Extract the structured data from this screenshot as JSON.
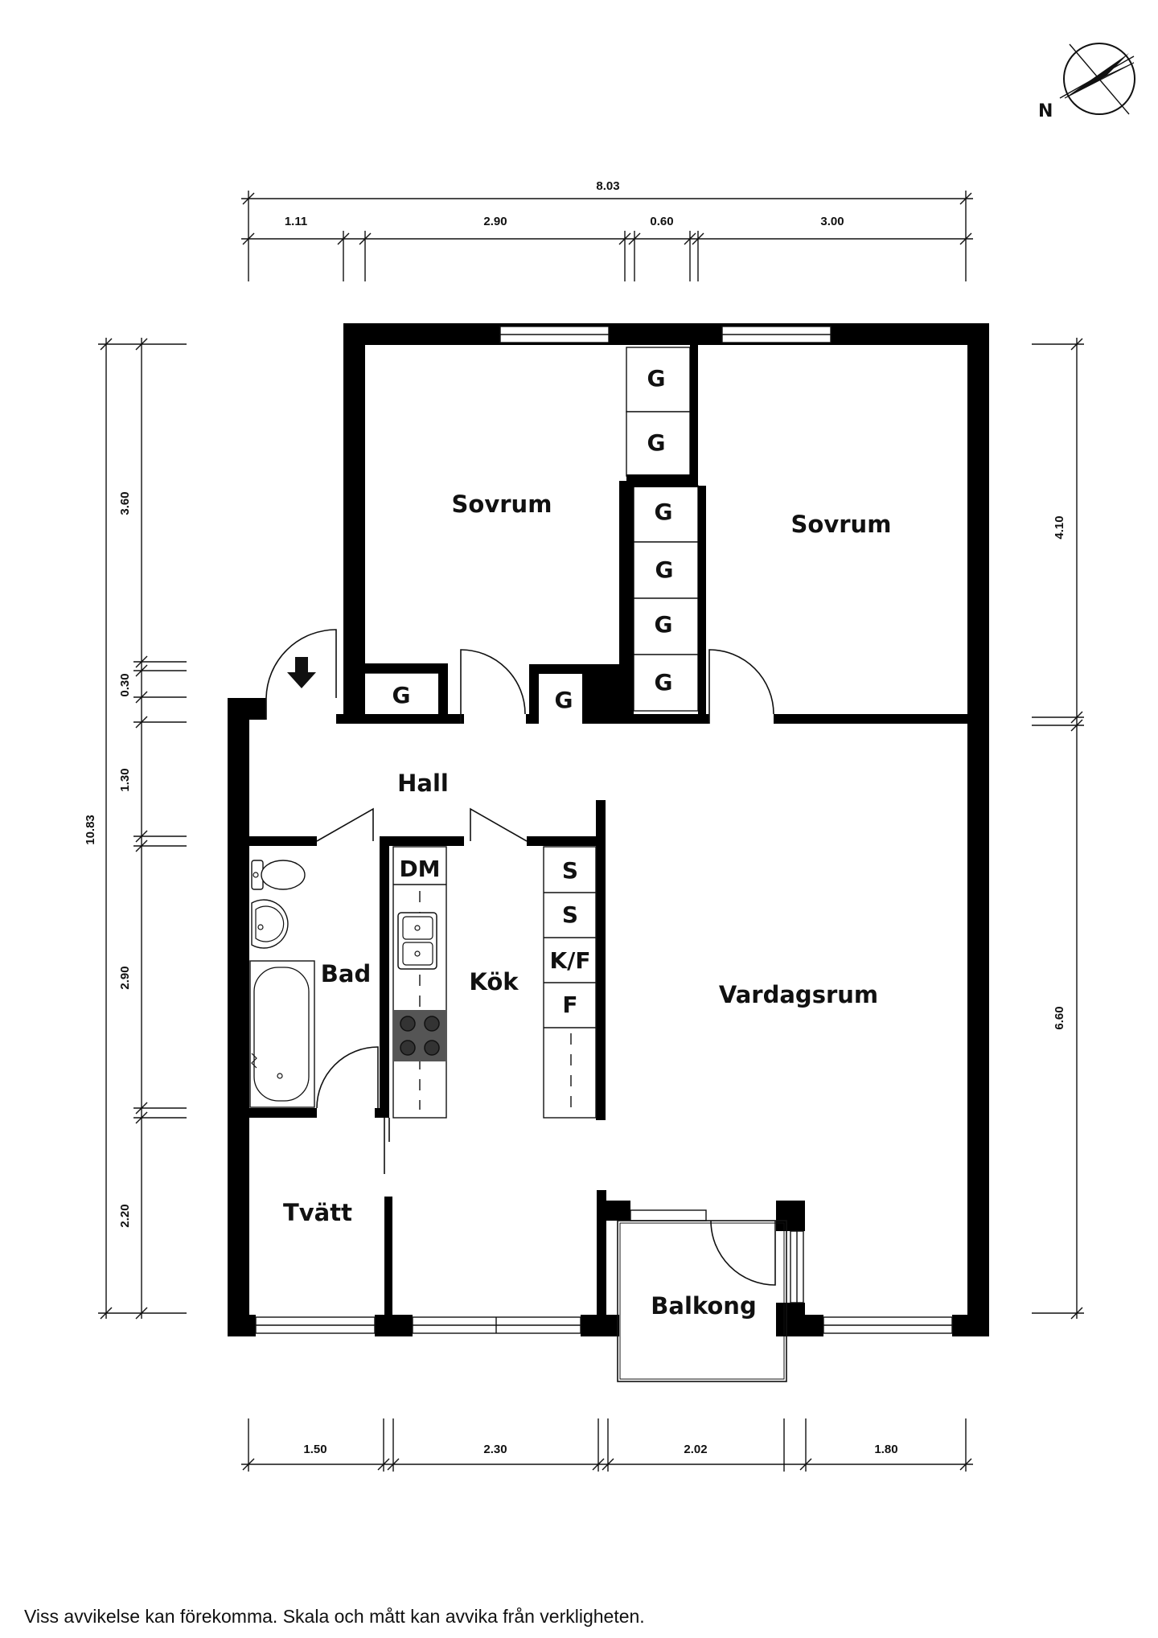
{
  "rooms": {
    "sovrum_left": "Sovrum",
    "sovrum_right": "Sovrum",
    "hall": "Hall",
    "bad": "Bad",
    "kok": "Kök",
    "vardagsrum": "Vardagsrum",
    "tvatt": "Tvätt",
    "balkong": "Balkong"
  },
  "storage": {
    "wardrobe": "G",
    "dishwasher": "DM",
    "cabinet": "S",
    "fridge_freezer": "K/F",
    "freezer": "F"
  },
  "compass": {
    "label": "N"
  },
  "dimensions": {
    "top_total": "8.03",
    "top": [
      "1.11",
      "2.90",
      "0.60",
      "3.00"
    ],
    "bottom": [
      "1.50",
      "2.30",
      "2.02",
      "1.80"
    ],
    "left_total": "10.83",
    "left": [
      "3.60",
      "0.30",
      "1.30",
      "2.90",
      "2.20"
    ],
    "right": [
      "4.10",
      "6.60"
    ]
  },
  "disclaimer": "Viss avvikelse kan förekomma. Skala och mått kan avvika från verkligheten."
}
